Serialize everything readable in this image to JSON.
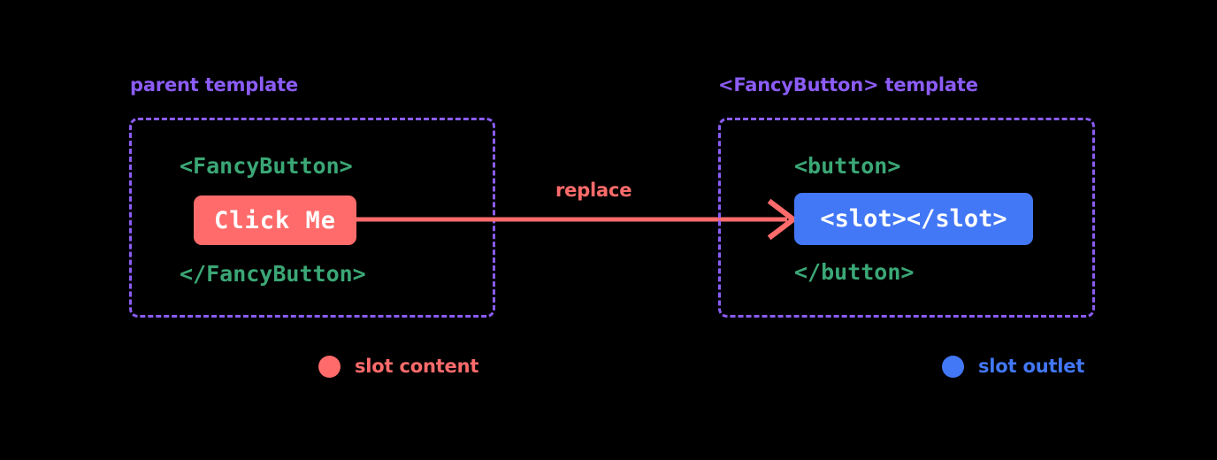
{
  "diagram": {
    "title_hidden": "",
    "background_color": "#000000",
    "colors": {
      "accent_purple": "#8b5cf6",
      "code_green": "#3ba776",
      "slot_content_red": "#ff6b6b",
      "slot_outlet_blue": "#4277f6",
      "chip_text": "#ffffff"
    }
  },
  "left_panel": {
    "title": "parent template",
    "open_tag": "<FancyButton>",
    "close_tag": "</FancyButton>",
    "chip_label": "Click Me"
  },
  "right_panel": {
    "title": "<FancyButton> template",
    "open_tag": "<button>",
    "close_tag": "</button>",
    "chip_label": "<slot></slot>"
  },
  "arrow": {
    "label": "replace",
    "direction": "left-to-right",
    "color": "#ff6b6b"
  },
  "legend": [
    {
      "label": "slot content",
      "color": "#ff6b6b"
    },
    {
      "label": "slot outlet",
      "color": "#4277f6"
    }
  ]
}
